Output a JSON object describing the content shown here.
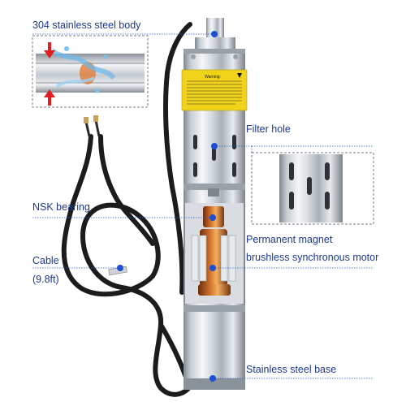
{
  "callouts": {
    "body": "304 stainless steel body",
    "filter": "Filter hole",
    "bearing": "NSK bearing",
    "magnet_line1": "Permanent magnet",
    "magnet_line2": "brushless synchronous motor",
    "cable_line1": "Cable",
    "cable_line2": "(9.8ft)",
    "base": "Stainless steel base"
  },
  "warning_label": {
    "title": "Warning:"
  },
  "colors": {
    "label_text": "#1d3a8a",
    "dot": "#1f4fd1",
    "warning_yellow": "#f2d31b",
    "steel_light": "#e9edf1",
    "steel_dark": "#8d959d",
    "cable": "#1a1c1e"
  },
  "icons": [
    "arrow-down-icon",
    "arrow-up-icon",
    "water-splash-icon"
  ]
}
